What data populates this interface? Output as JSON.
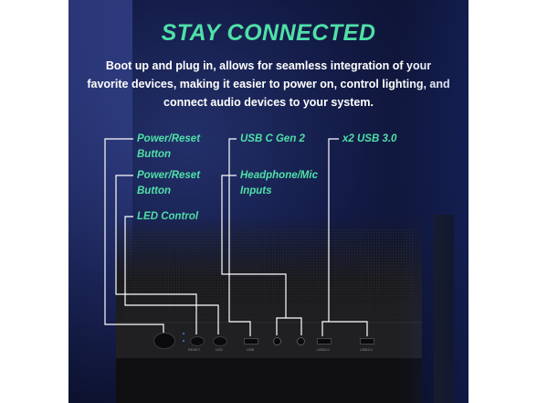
{
  "title": "STAY CONNECTED",
  "description": "Boot up and plug in, allows for seamless integration of your favorite devices, making it easier to power on, control lighting, and connect audio devices to your system.",
  "labels": {
    "power_reset_1": "Power/Reset Button",
    "power_reset_2": "Power/Reset Button",
    "led_control": "LED Control",
    "usb_c": "USB C Gen 2",
    "headphone_mic": "Headphone/Mic Inputs",
    "usb3": "x2 USB 3.0"
  },
  "port_texts": {
    "reset": "RESET",
    "led": "LED",
    "usb": "USB",
    "usb3_a": "USB3.0",
    "usb3_b": "USB3.0"
  },
  "colors": {
    "accent": "#4fe0a8",
    "background": "#121a44",
    "text": "#ffffff"
  }
}
